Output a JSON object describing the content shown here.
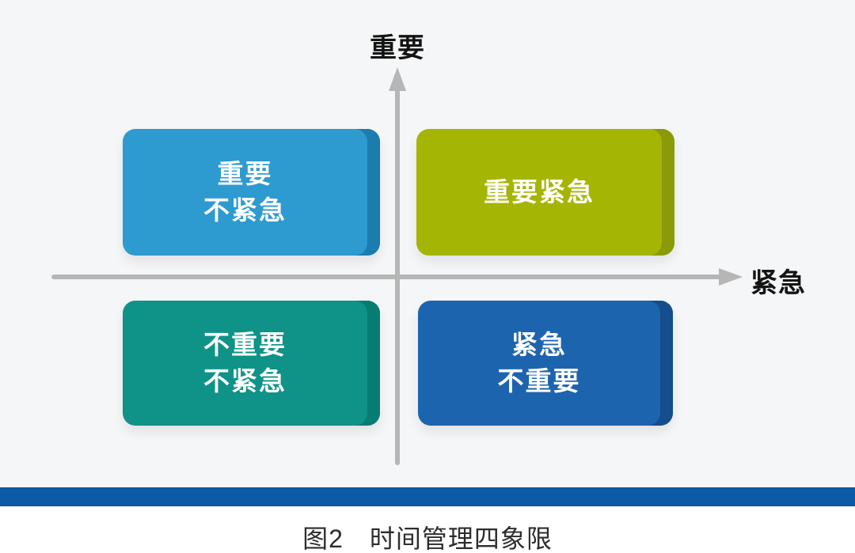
{
  "figure": {
    "caption": "图2　时间管理四象限"
  },
  "axes": {
    "y_label": "重要",
    "x_label": "紧急",
    "line_color": "#b6b6b6"
  },
  "quadrants": {
    "important_not_urgent": {
      "lines": [
        "重要",
        "不紧急"
      ],
      "color": "#2d9ad0",
      "edge_color": "#1b7cae"
    },
    "important_urgent": {
      "lines": [
        "重要紧急"
      ],
      "color": "#a5b503",
      "edge_color": "#8a9a08"
    },
    "not_important_not_urgent": {
      "lines": [
        "不重要",
        "不紧急"
      ],
      "color": "#0f9288",
      "edge_color": "#077d72"
    },
    "urgent_not_important": {
      "lines": [
        "紧急",
        "不重要"
      ],
      "color": "#1d64ae",
      "edge_color": "#154e8d"
    }
  },
  "divider": {
    "color": "#0d5aa7"
  },
  "background": {
    "chart_area": "#f5f6f7",
    "page": "#ffffff"
  }
}
